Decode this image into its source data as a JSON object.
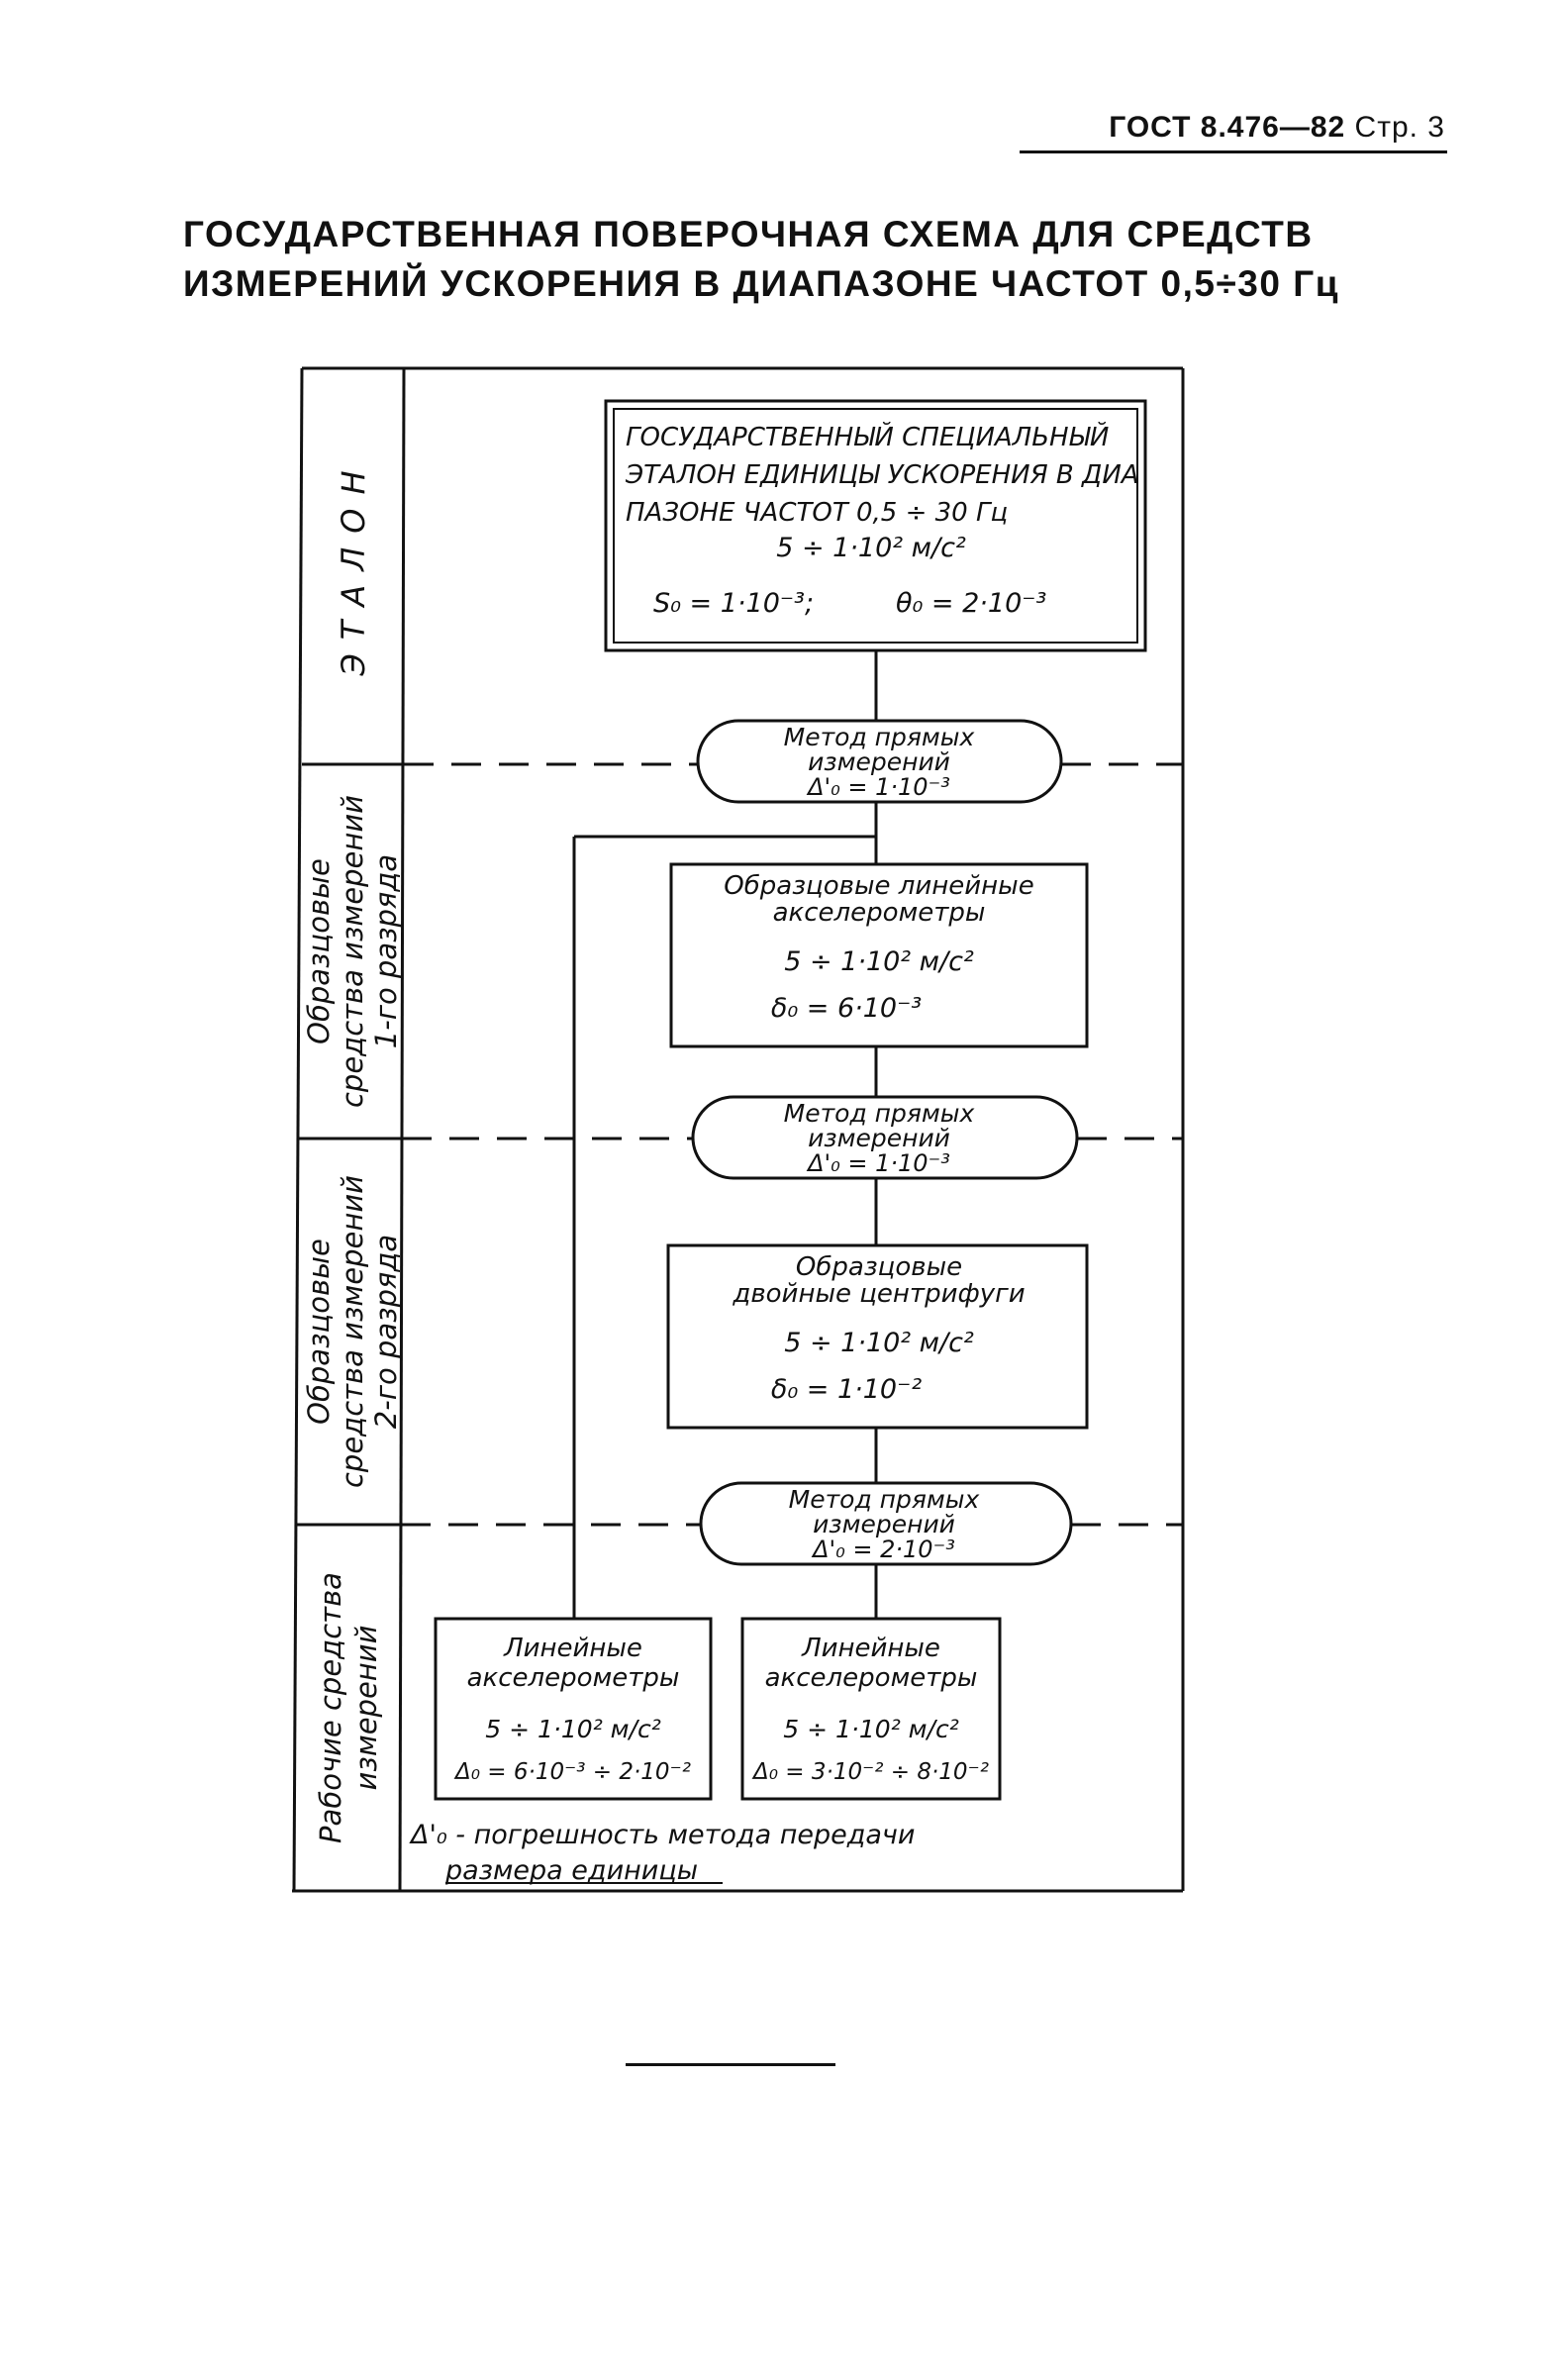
{
  "header": {
    "standard": "ГОСТ 8.476—82",
    "page": "Стр. 3"
  },
  "title": {
    "line1": "ГОСУДАРСТВЕННАЯ ПОВЕРОЧНАЯ СХЕМА ДЛЯ СРЕДСТВ",
    "line2": "ИЗМЕРЕНИЙ УСКОРЕНИЯ В ДИАПАЗОНЕ ЧАСТОТ 0,5÷30 Гц"
  },
  "sections": {
    "etalon": "ЭТАЛОН",
    "rank1": [
      "Образцовые",
      "средства измерений",
      "1-го разряда"
    ],
    "rank2": [
      "Образцовые",
      "средства измерений",
      "2-го разряда"
    ],
    "working": [
      "Рабочие средства",
      "измерений"
    ]
  },
  "etalon_box": {
    "line1": "ГОСУДАРСТВЕННЫЙ СПЕЦИАЛЬНЫЙ",
    "line2": "ЭТАЛОН ЕДИНИЦЫ УСКОРЕНИЯ В ДИА",
    "line3": "ПАЗОНЕ ЧАСТОТ 0,5 ÷ 30 Гц",
    "range": "5 ÷ 1·10² м/с²",
    "s0": "S₀ = 1·10⁻³;",
    "theta0": "θ₀ = 2·10⁻³"
  },
  "method1": {
    "line1": "Метод прямых",
    "line2": "измерений",
    "delta": "Δ'₀ = 1·10⁻³"
  },
  "rank1_box": {
    "line1": "Образцовые линейные",
    "line2": "акселерометры",
    "range": "5 ÷ 1·10² м/с²",
    "delta": "δ₀ = 6·10⁻³"
  },
  "method2": {
    "line1": "Метод прямых",
    "line2": "измерений",
    "delta": "Δ'₀ = 1·10⁻³"
  },
  "rank2_box": {
    "line1": "Образцовые",
    "line2": "двойные центрифуги",
    "range": "5 ÷ 1·10² м/с²",
    "delta": "δ₀ = 1·10⁻²"
  },
  "method3": {
    "line1": "Метод прямых",
    "line2": "измерений",
    "delta": "Δ'₀ = 2·10⁻³"
  },
  "work_left": {
    "line1": "Линейные",
    "line2": "акселерометры",
    "range": "5 ÷ 1·10² м/с²",
    "delta": "Δ₀ = 6·10⁻³ ÷ 2·10⁻²"
  },
  "work_right": {
    "line1": "Линейные",
    "line2": "акселерометры",
    "range": "5 ÷ 1·10² м/с²",
    "delta": "Δ₀ = 3·10⁻² ÷ 8·10⁻²"
  },
  "footnote": {
    "line1": "Δ'₀ - погрешность метода передачи",
    "line2": "размера единицы"
  }
}
